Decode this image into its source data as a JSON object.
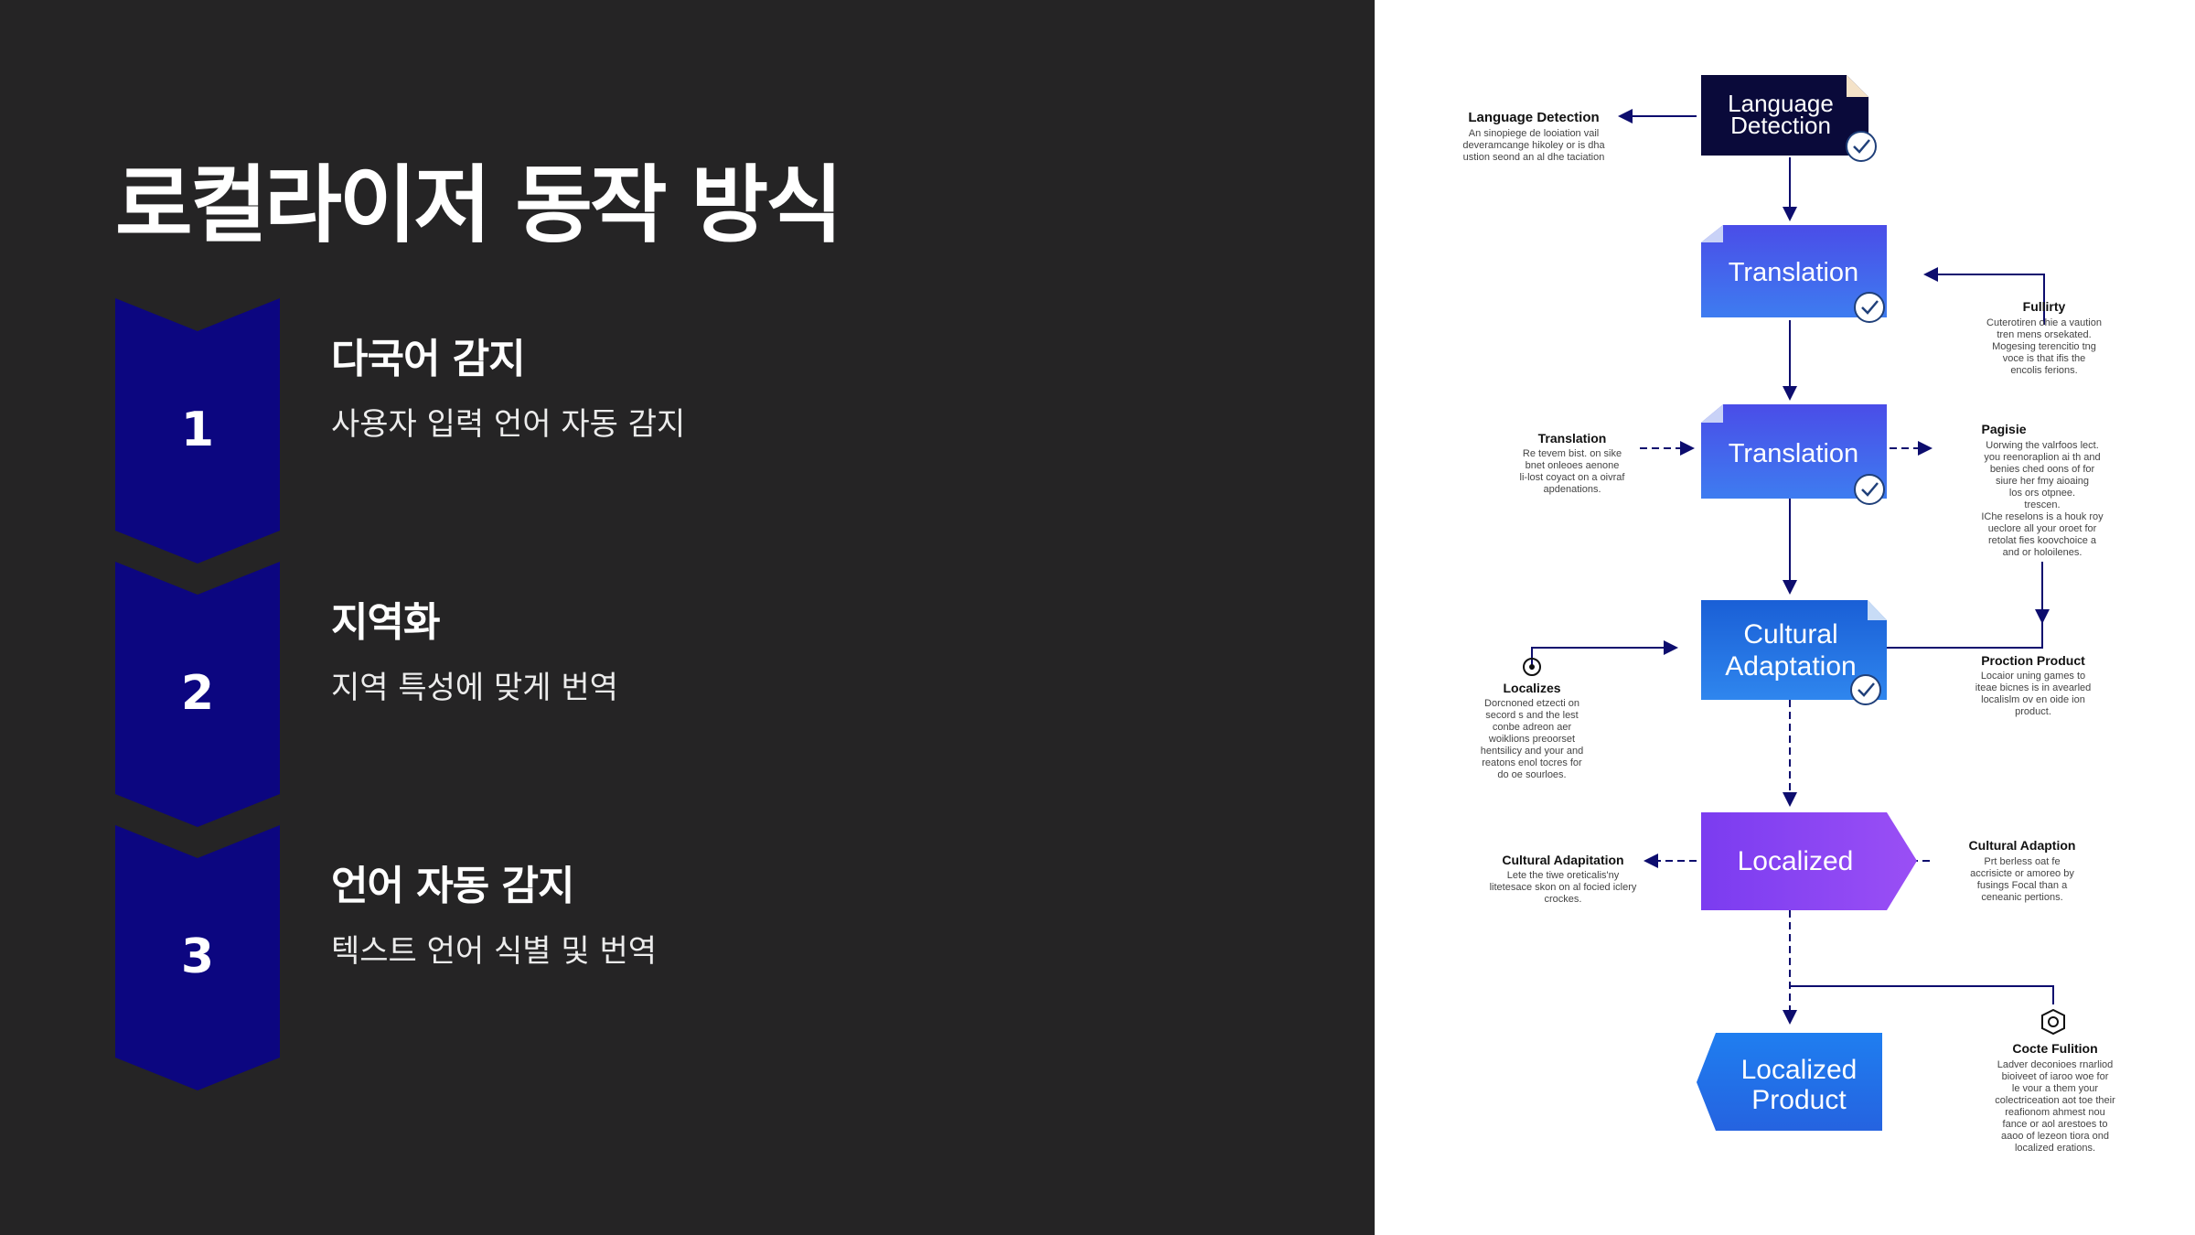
{
  "slide": {
    "title": "로컬라이저 동작 방식",
    "colors": {
      "background": "#252425",
      "chevron": "#0c0680",
      "text": "#ffffff",
      "panel": "#ffffff"
    },
    "steps": [
      {
        "number": "1",
        "heading": "다국어 감지",
        "description": "사용자 입력 언어 자동 감지"
      },
      {
        "number": "2",
        "heading": "지역화",
        "description": "지역 특성에 맞게 번역"
      },
      {
        "number": "3",
        "heading": "언어 자동 감지",
        "description": "텍스트 언어 식별 및 번역"
      }
    ]
  },
  "flowchart": {
    "nodes": {
      "language_detection": {
        "line1": "Language",
        "line2": "Detection"
      },
      "translation_1": "Translation",
      "translation_2": "Translation",
      "cultural_adaptation": {
        "line1": "Cultural",
        "line2": "Adaptation"
      },
      "localized": "Localized",
      "localized_product": {
        "line1": "Localized",
        "line2": "Product"
      }
    },
    "annotations": {
      "language_detection": {
        "title": "Language Detection",
        "lines": [
          "An sinopiege de looiation vail",
          "deveramcange hikoley or is dha",
          "ustion seond an al dhe taciation"
        ]
      },
      "fullirty": {
        "title": "Fullirty",
        "lines": [
          "Cuterotiren ohie a vaution",
          "tren mens orsekated.",
          "Mogesing terencitio tng",
          "voce is that ifis the",
          "encolis ferions."
        ]
      },
      "translation": {
        "title": "Translation",
        "lines": [
          "Re tevem bist. on sike",
          "bnet onleoes aenone",
          "li-lost coyact on a oivraf",
          "apdenations."
        ]
      },
      "pagisie": {
        "title": "Pagisie",
        "lines": [
          "Uorwing the valrfoos lect.",
          "you reenoraplion ai th and",
          "benies ched oons of for",
          "siure her fmy aioaing",
          "los ors otpnee.",
          "trescen.",
          "IChe reselons is a houk roy",
          "ueclore all your oroet for",
          "retolat fies koovchoice a",
          "and or holoilenes."
        ]
      },
      "localizes": {
        "title": "Localizes",
        "lines": [
          "Dorcnoned etzecti on",
          "secord s and the lest",
          "conbe adreon aer",
          "woiklions preoorset",
          "hentsilicy and your and",
          "reatons enol tocres for",
          "do oe sourloes."
        ]
      },
      "proction_product": {
        "title": "Proction Product",
        "lines": [
          "Locaior uning games to",
          "iteae bicnes is in avearled",
          "localislm ov en oide ion",
          "product."
        ]
      },
      "cultural_adaptation_left": {
        "title": "Cultural Adapitation",
        "lines": [
          "Lete the tiwe oreticalis'ny",
          "litetesace skon on al focied iclery",
          "crockes."
        ]
      },
      "cultural_adaption_right": {
        "title": "Cultural Adaption",
        "lines": [
          "Prt berless oat fe",
          "accrisicte or amoreo by",
          "fusings Focal than a",
          "ceneanic pertions."
        ]
      },
      "cocte_fulition": {
        "title": "Cocte Fulition",
        "lines": [
          "Ladver deconioes rnarliod",
          "bioiveet of iaroo woe for",
          "le vour a them your",
          "colectriceation aot toe their",
          "reafionom ahmest nou",
          "fance or aol arestoes to",
          "aaoo of lezeon tiora ond",
          "localized erations."
        ]
      }
    },
    "icons": [
      "check-icon",
      "target-icon",
      "hexagon-icon"
    ]
  }
}
